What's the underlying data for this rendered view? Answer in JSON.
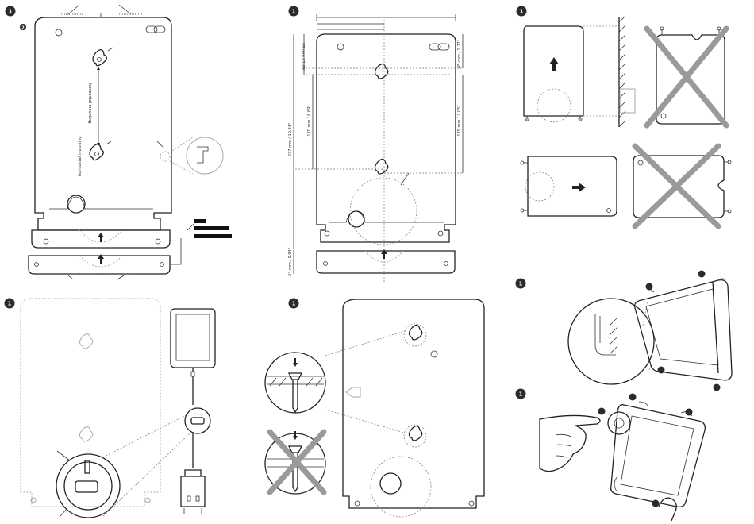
{
  "title": "",
  "panels": [
    {
      "id": "panel-1",
      "steps": [
        "1",
        "2"
      ],
      "labels": [
        "horizontal mounting",
        "horizontal mounting"
      ]
    },
    {
      "id": "panel-2",
      "steps": [
        "1"
      ],
      "dimensions": [
        "55 mm / 2.09\"",
        "45 mm / 1.77\"",
        "170 mm / 6.69\"",
        "179 mm / 7.05\"",
        "277 mm / 10.91\"",
        "24 mm / 0.94\""
      ]
    },
    {
      "id": "panel-3",
      "steps": [
        "1"
      ]
    },
    {
      "id": "panel-4",
      "steps": [
        "1"
      ]
    },
    {
      "id": "panel-5",
      "steps": [
        "1"
      ]
    },
    {
      "id": "panel-6",
      "steps": [
        "1"
      ]
    },
    {
      "id": "panel-7",
      "steps": [
        "1"
      ]
    }
  ],
  "colors": {
    "line": "#222222",
    "cross": "#9a9a9a",
    "badge": "#2b2b2b"
  }
}
